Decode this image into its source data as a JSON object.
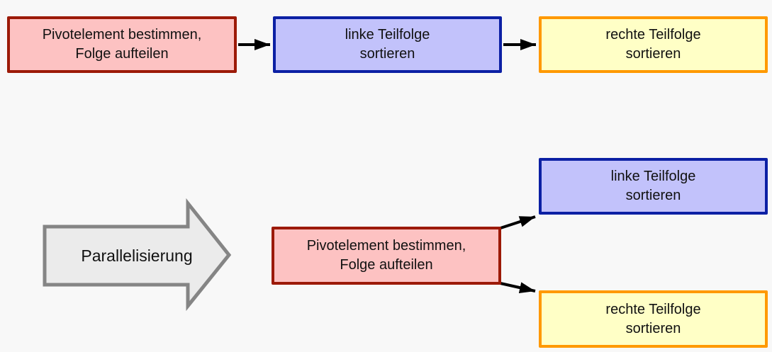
{
  "background_color": "#f8f8f8",
  "connector_color": "#000000",
  "sequential_flow": {
    "nodes": [
      {
        "id": "pivot",
        "label": "Pivotelement bestimmen,\nFolge aufteilen",
        "fill": "#fdc2c2",
        "border": "#9c1a08"
      },
      {
        "id": "left-sort",
        "label": "linke Teilfolge\nsortieren",
        "fill": "#c2c2fb",
        "border": "#0c20a4"
      },
      {
        "id": "right-sort",
        "label": "rechte Teilfolge\nsortieren",
        "fill": "#ffffc6",
        "border": "#ff9900"
      }
    ]
  },
  "transformation": {
    "label": "Parallelisierung",
    "arrow_fill": "#ebebeb",
    "arrow_border": "#858585"
  },
  "parallel_flow": {
    "nodes": [
      {
        "id": "pivot",
        "label": "Pivotelement bestimmen,\nFolge aufteilen",
        "fill": "#fdc2c2",
        "border": "#9c1a08"
      },
      {
        "id": "left-sort",
        "label": "linke Teilfolge\nsortieren",
        "fill": "#c2c2fb",
        "border": "#0c20a4"
      },
      {
        "id": "right-sort",
        "label": "rechte Teilfolge\nsortieren",
        "fill": "#ffffc6",
        "border": "#ff9900"
      }
    ]
  }
}
